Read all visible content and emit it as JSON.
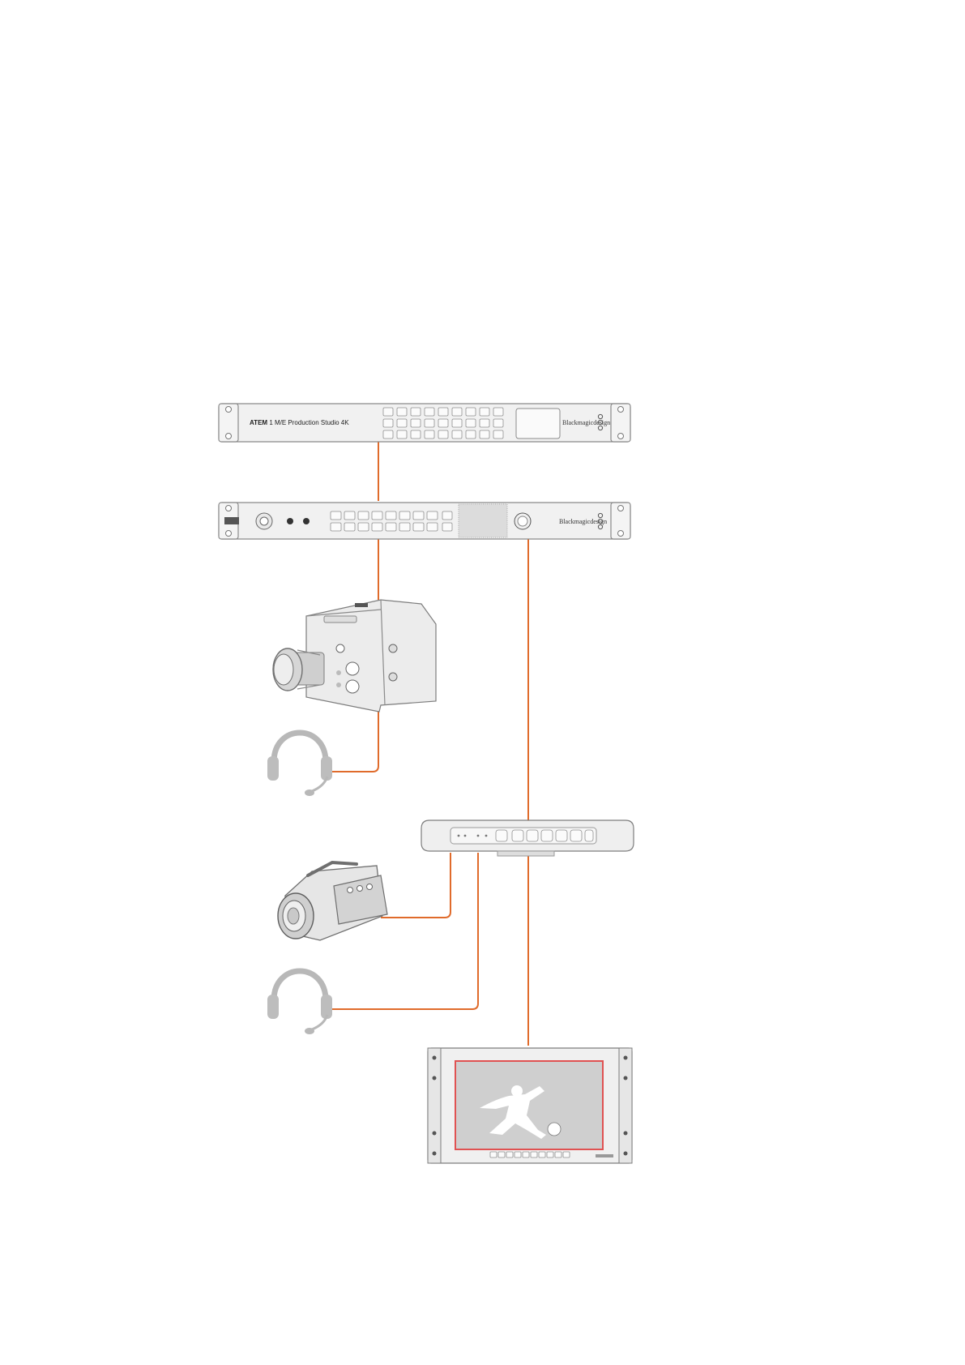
{
  "switcher": {
    "model_bold": "ATEM",
    "model_rest": "1 M/E Production Studio 4K",
    "brand": "Blackmagicdesign"
  },
  "talkback_converter": {
    "brand": "Blackmagicdesign"
  },
  "colors": {
    "cable": "#e06b2b",
    "device_outline": "#8a8a8a",
    "device_fill": "#f1f1f1",
    "monitor_frame": "#e05252"
  },
  "icons": [
    "studio-camera-icon",
    "headset-icon",
    "camcorder-icon",
    "ethernet-switch-icon",
    "smartview-monitor-icon",
    "football-player-icon"
  ]
}
